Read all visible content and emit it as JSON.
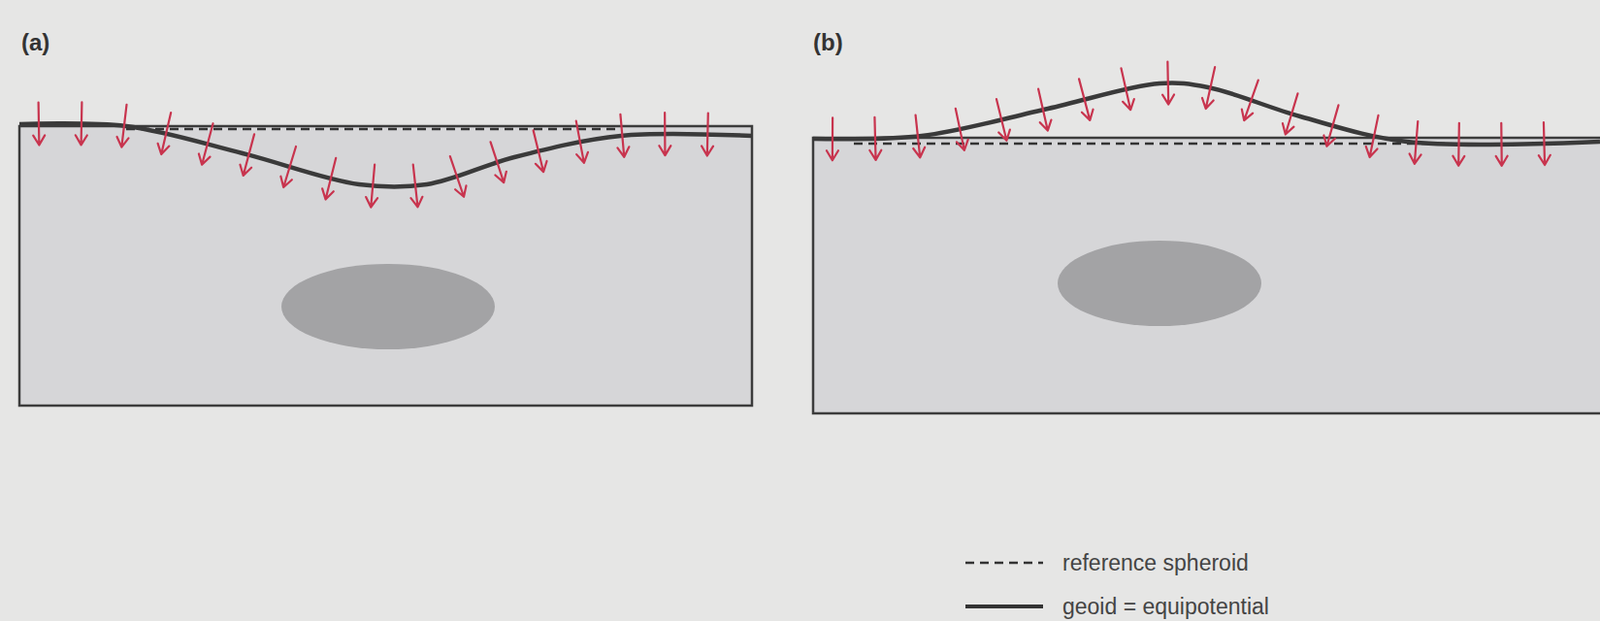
{
  "diagram": {
    "labels": [
      "(a)",
      "(b)"
    ],
    "legend": [
      {
        "text": "reference spheroid"
      },
      {
        "text": "geoid = equipotential"
      }
    ]
  }
}
